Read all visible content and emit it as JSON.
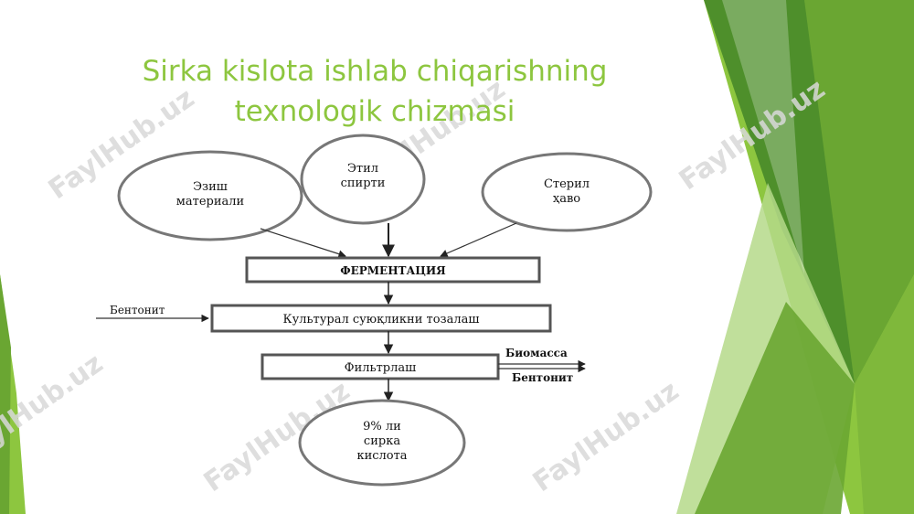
{
  "slide": {
    "title_line1": "Sirka kislota ishlab chiqarishning",
    "title_line2": "texnologik chizmasi"
  },
  "watermark": "FaylHub.uz",
  "diagram": {
    "input_1": [
      "Эзиш",
      "материали"
    ],
    "input_2": [
      "Этил",
      "спирти"
    ],
    "input_3": [
      "Стерил",
      "ҳаво"
    ],
    "step_fermentation": "ФЕРМЕНТАЦИЯ",
    "step_cleaning": "Культурал суюқликни тозалаш",
    "side_input_bentonite": "Бентонит",
    "step_filtration": "Фильтрлаш",
    "output_biomass": "Биомасса",
    "output_bentonite": "Бентонит",
    "product": [
      "9% ли",
      "сирка",
      "кислота"
    ]
  },
  "colors": {
    "title_green": "#8dc63f",
    "green_dark": "#4e8f2b",
    "green_mid": "#6aa632",
    "green_light": "#8dc63f",
    "green_pale": "#b5d98a"
  }
}
